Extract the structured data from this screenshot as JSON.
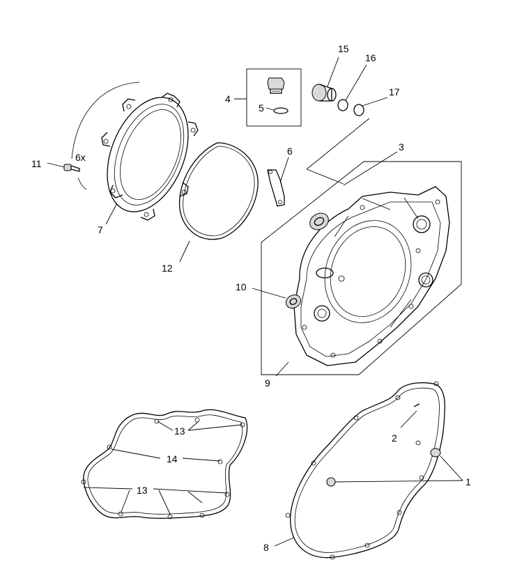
{
  "callouts": {
    "c1": "1",
    "c2": "2",
    "c3": "3",
    "c4": "4",
    "c5": "5",
    "c6": "6",
    "c7": "7",
    "c8": "8",
    "c9": "9",
    "c10": "10",
    "c11": "11",
    "c12": "12",
    "c13a": "13",
    "c13b": "13",
    "c14": "14",
    "c15": "15",
    "c16": "16",
    "c17": "17",
    "qty6x": "6x"
  }
}
